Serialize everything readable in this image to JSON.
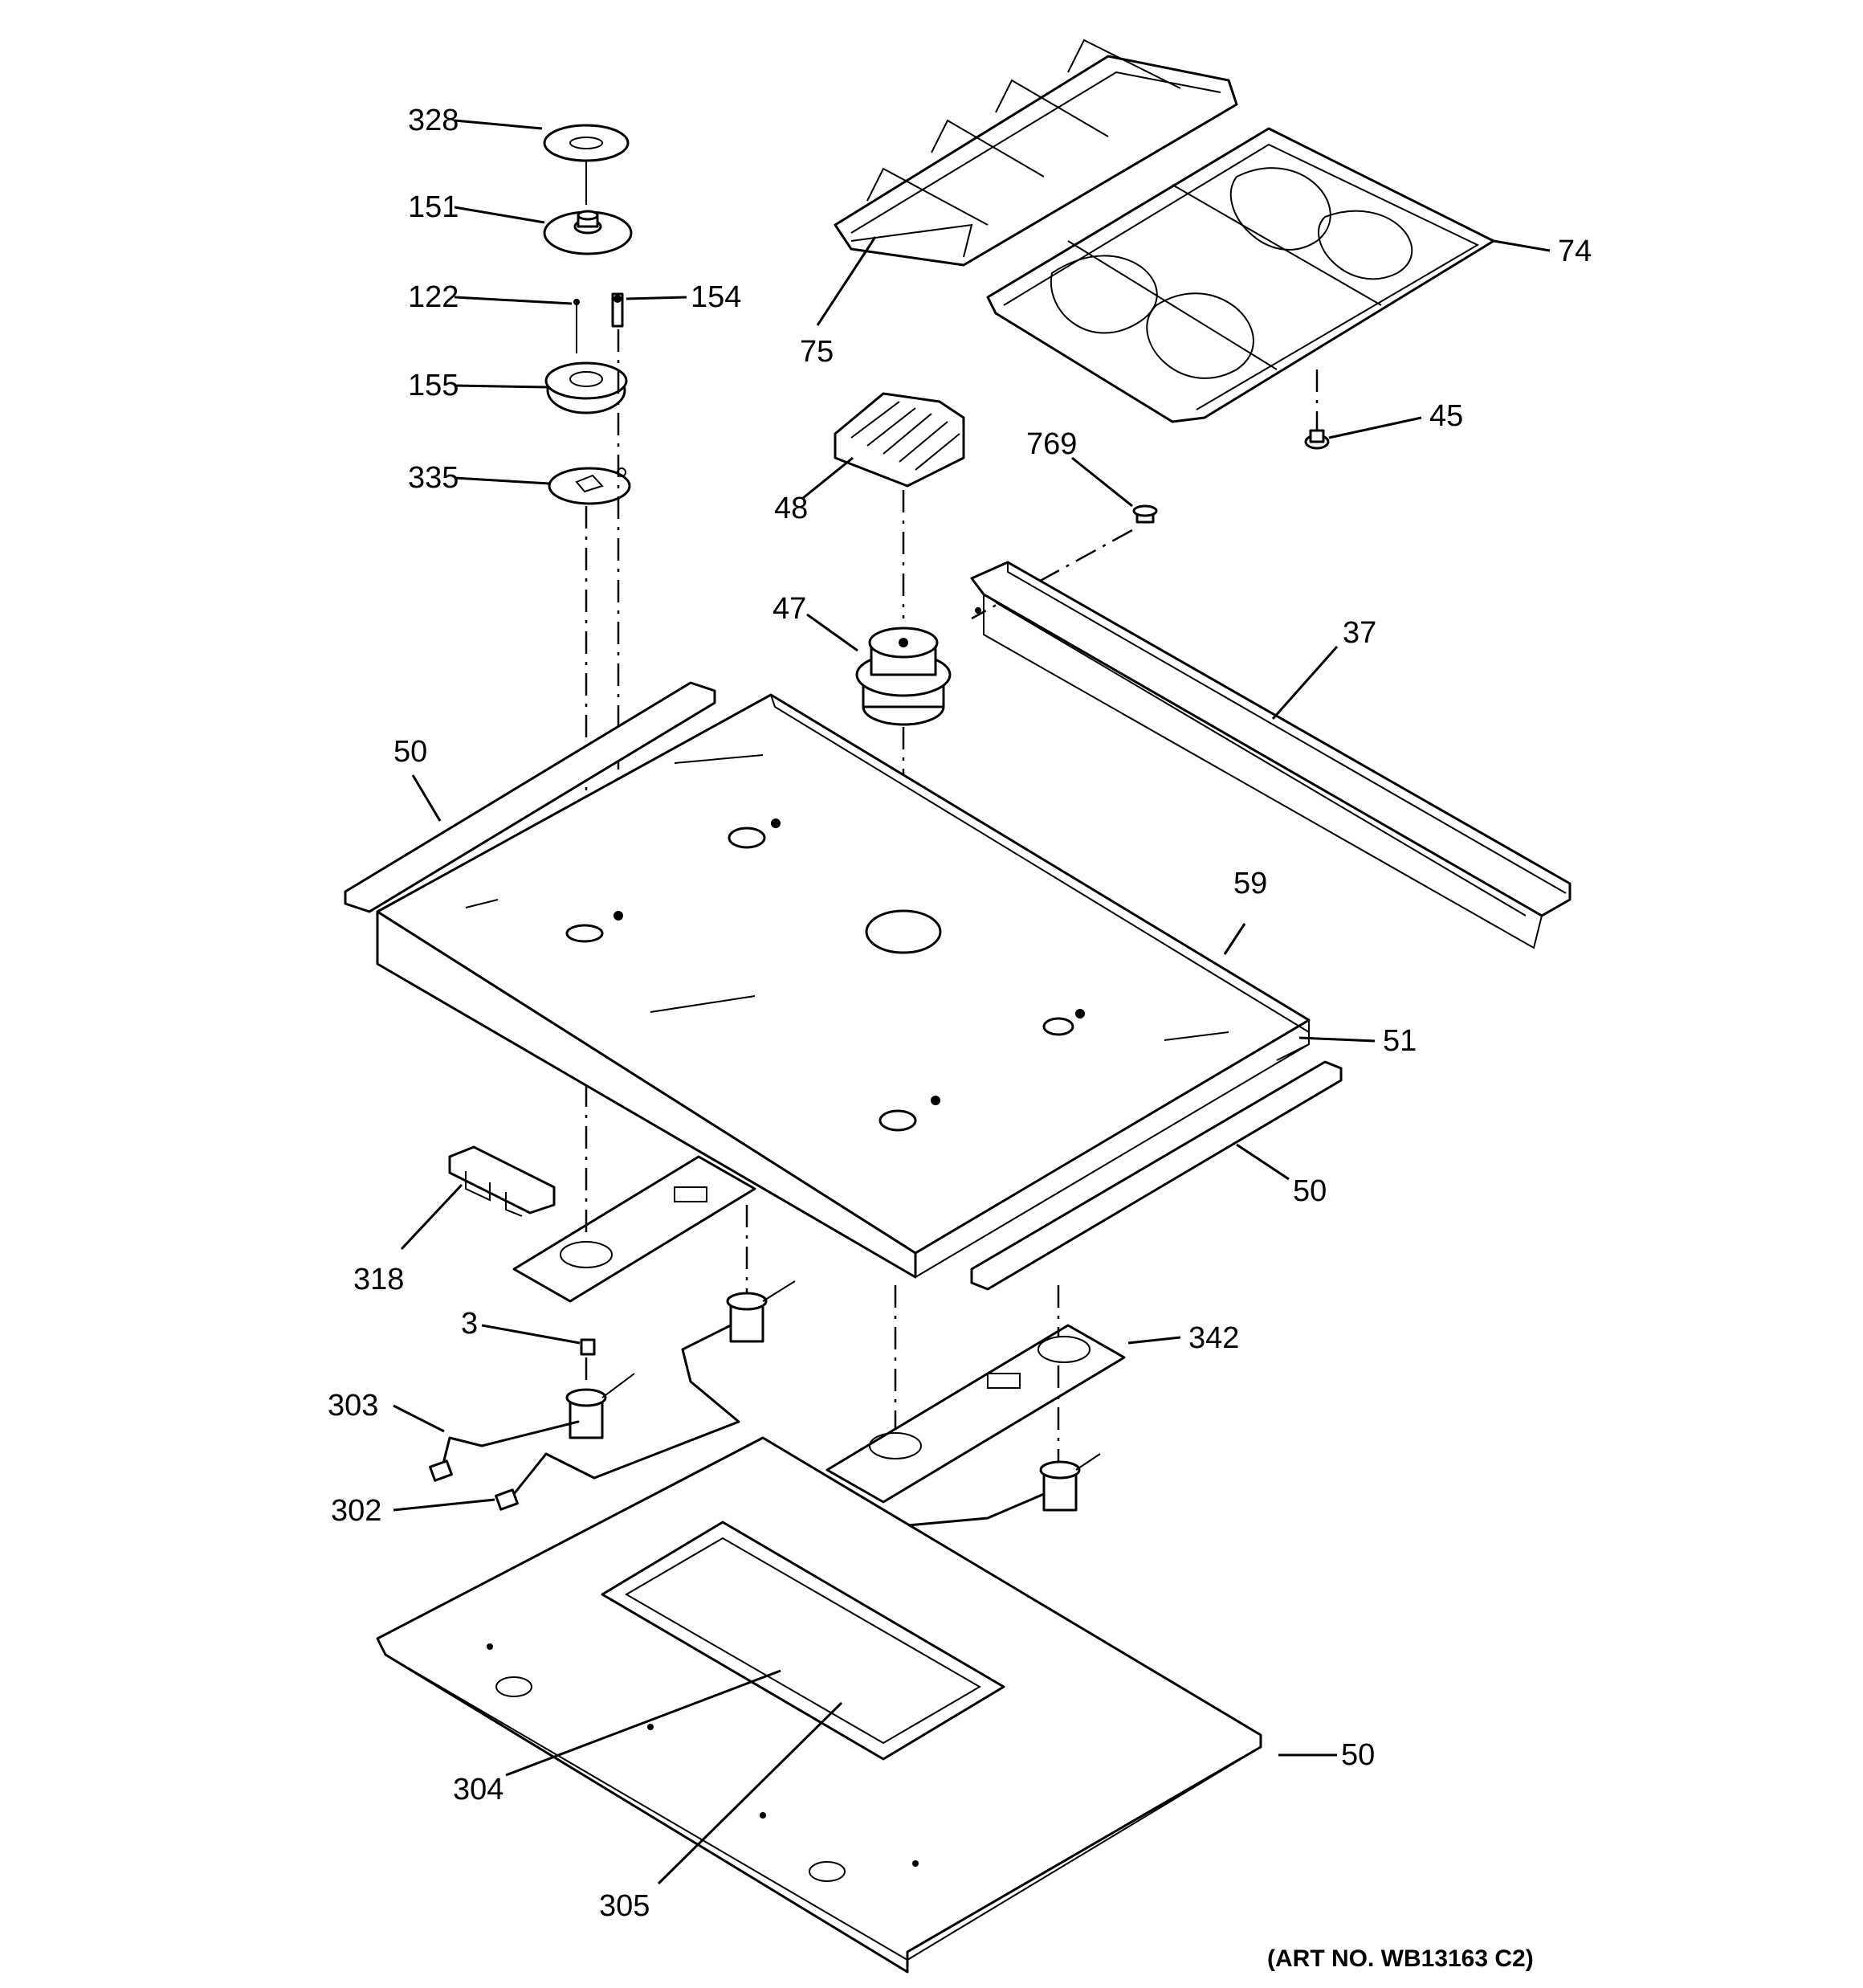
{
  "diagram": {
    "callouts": {
      "c328": "328",
      "c151": "151",
      "c122": "122",
      "c154": "154",
      "c155": "155",
      "c335": "335",
      "c75": "75",
      "c74": "74",
      "c45": "45",
      "c48": "48",
      "c769": "769",
      "c47": "47",
      "c37": "37",
      "c50a": "50",
      "c59": "59",
      "c51": "51",
      "c50b": "50",
      "c318": "318",
      "c3": "3",
      "c342": "342",
      "c303": "303",
      "c302": "302",
      "c50c": "50",
      "c304": "304",
      "c305": "305"
    },
    "art_number": "(ART NO. WB13163 C2)"
  }
}
